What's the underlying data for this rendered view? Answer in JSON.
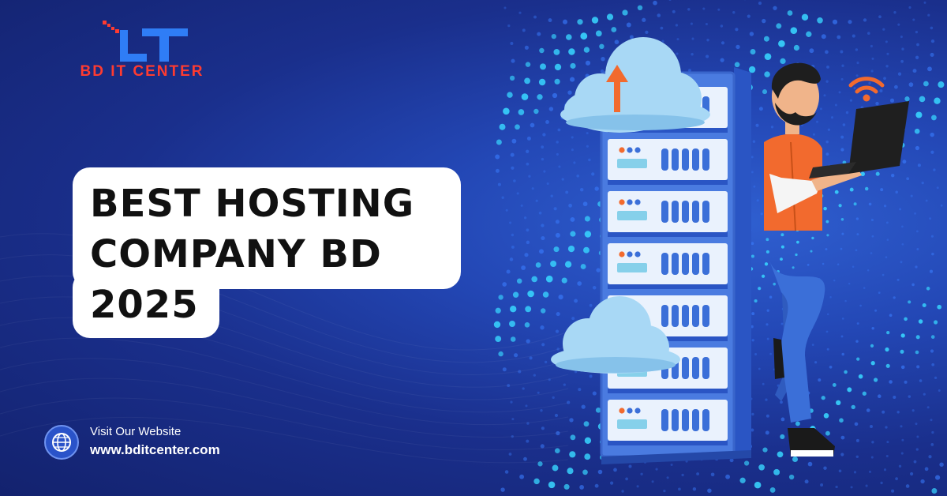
{
  "brand": {
    "logo_text": "BD IT CENTER",
    "accent_color": "#ff3b30",
    "mark_color": "#2f7df6"
  },
  "headline": {
    "line1": "BEST HOSTING",
    "line2": "COMPANY BD",
    "line3": "2025"
  },
  "cta": {
    "label": "Visit Our Website",
    "url_text": "www.bditcenter.com",
    "icon": "globe-icon"
  },
  "colors": {
    "background": "#1a2f8c",
    "cloud": "#a8d8f5",
    "server": "#3e6fd9",
    "shirt": "#f26a2e",
    "arrow": "#f26a2e"
  }
}
